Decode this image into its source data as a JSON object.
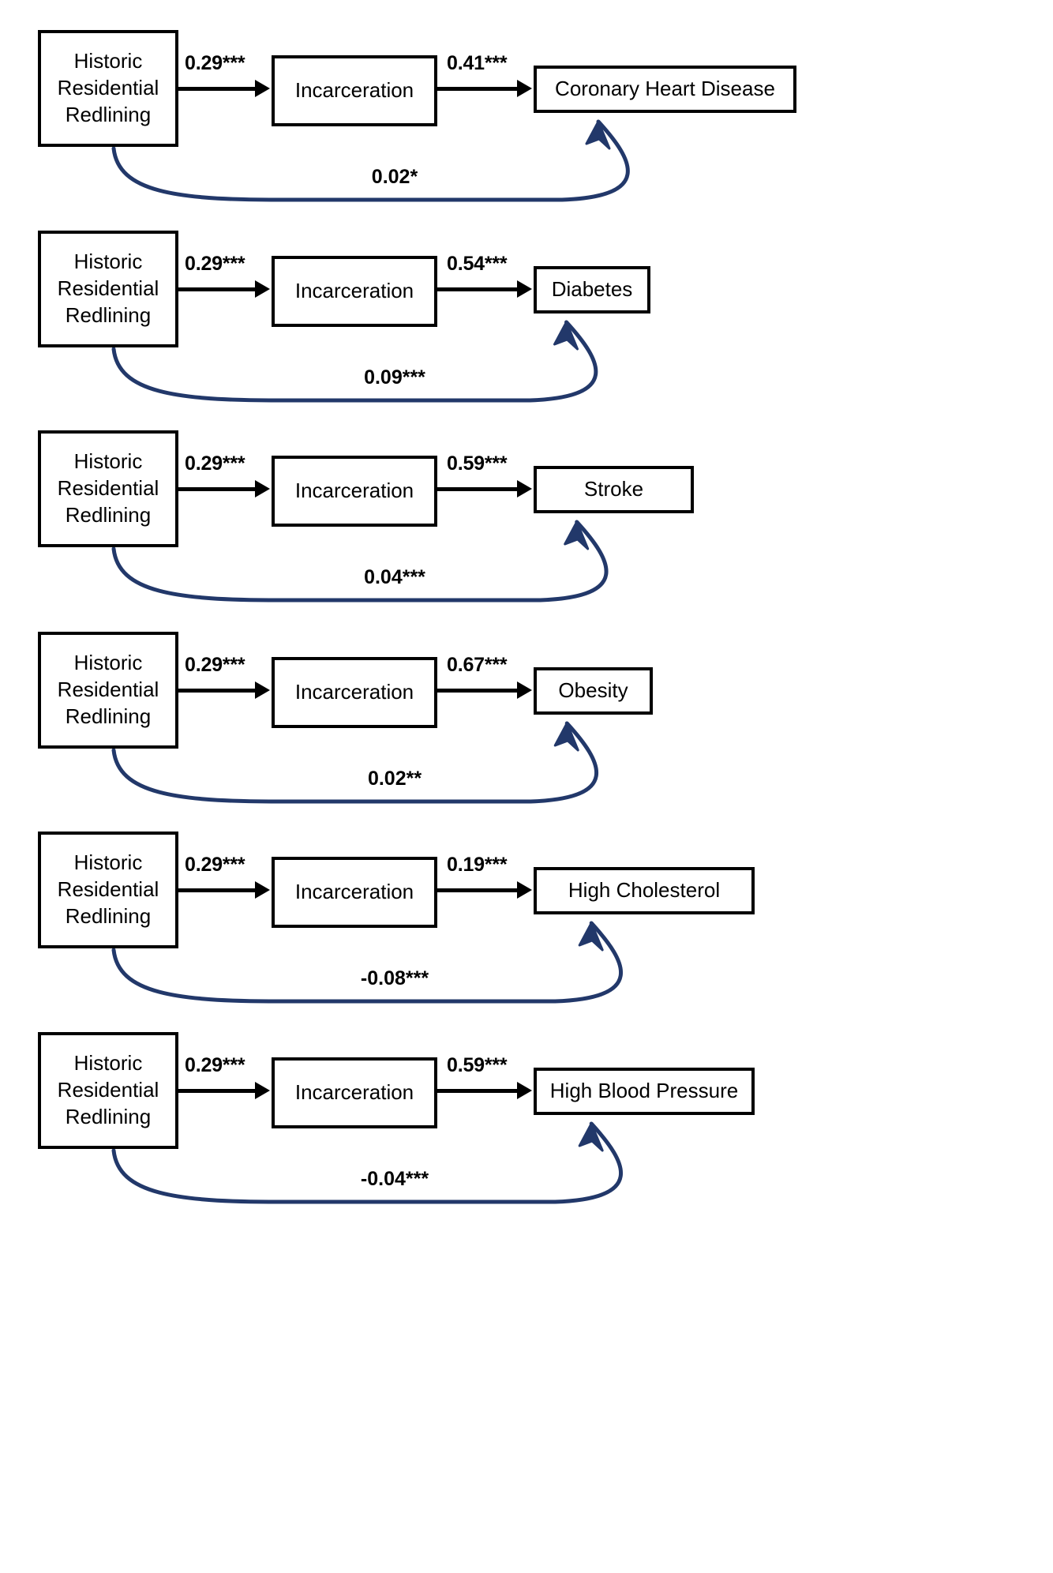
{
  "figure": {
    "type": "path-diagram",
    "description": "Six parallel mediation models linking Historic Residential Redlining to health outcomes through Incarceration",
    "exposure_label_lines": [
      "Historic",
      "Residential",
      "Redlining"
    ],
    "mediator_label": "Incarceration",
    "curve_color": "#22386a",
    "box_border_color": "#000000",
    "arrow_color": "#000000"
  },
  "chart_data": {
    "type": "diagram",
    "title": "",
    "nodes": {
      "exposure": "Historic Residential Redlining",
      "mediator": "Incarceration"
    },
    "models": [
      {
        "outcome": "Coronary Heart Disease",
        "a_path": "0.29***",
        "b_path": "0.41***",
        "direct_path": "0.02*",
        "outcome_width": 333
      },
      {
        "outcome": "Diabetes",
        "a_path": "0.29***",
        "b_path": "0.54***",
        "direct_path": "0.09***",
        "outcome_width": 148
      },
      {
        "outcome": "Stroke",
        "a_path": "0.29***",
        "b_path": "0.59***",
        "direct_path": "0.04***",
        "outcome_width": 203
      },
      {
        "outcome": "Obesity",
        "a_path": "0.29***",
        "b_path": "0.67***",
        "direct_path": "0.02**",
        "outcome_width": 151
      },
      {
        "outcome": "High Cholesterol",
        "a_path": "0.29***",
        "b_path": "0.19***",
        "direct_path": "-0.08***",
        "outcome_width": 280
      },
      {
        "outcome": "High Blood Pressure",
        "a_path": "0.29***",
        "b_path": "0.59***",
        "direct_path": "-0.04***",
        "outcome_width": 280
      }
    ]
  }
}
